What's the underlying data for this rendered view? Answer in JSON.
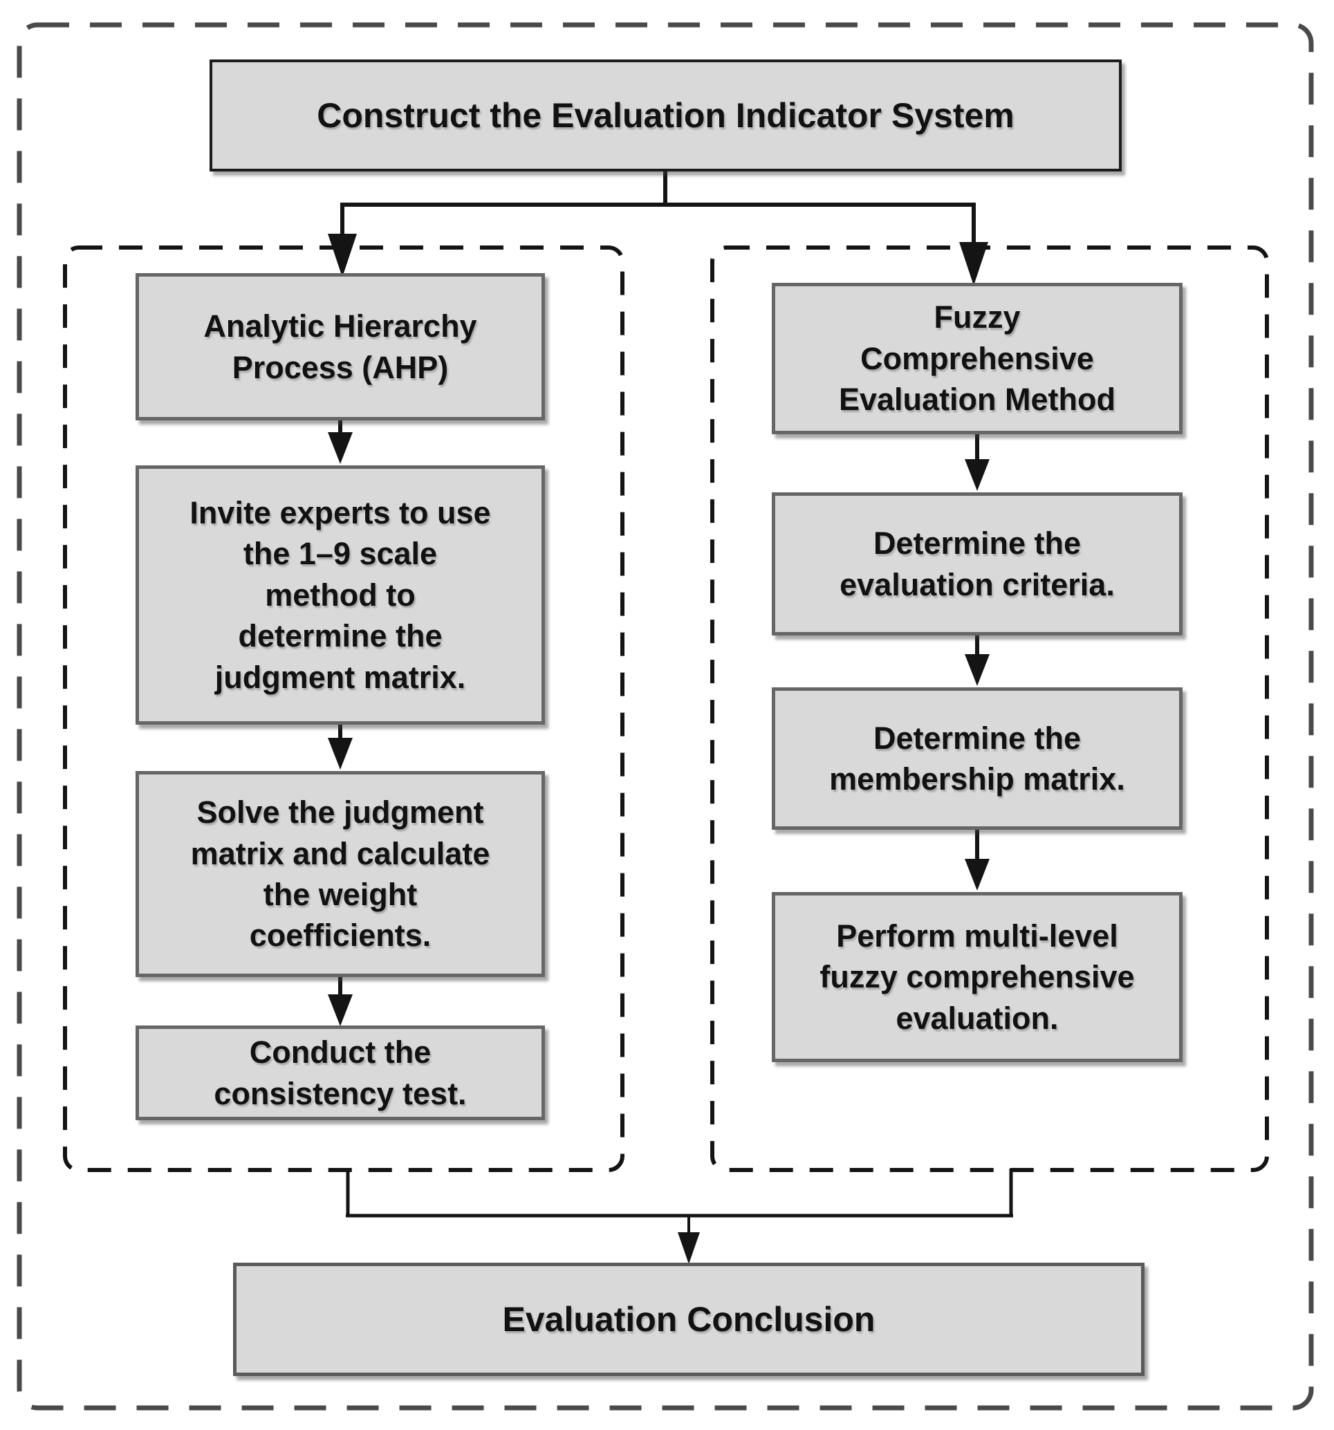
{
  "diagram": {
    "title_box": {
      "label": "Construct the Evaluation Indicator System"
    },
    "left_group": {
      "name": "Analytic Hierarchy Process branch",
      "boxes": [
        {
          "label": "Analytic Hierarchy\nProcess (AHP)"
        },
        {
          "label": "Invite experts to use\nthe 1–9 scale\nmethod to\ndetermine the\njudgment matrix."
        },
        {
          "label": "Solve the judgment\nmatrix and calculate\nthe weight\ncoefficients."
        },
        {
          "label": "Conduct the\nconsistency test."
        }
      ]
    },
    "right_group": {
      "name": "Fuzzy Comprehensive Evaluation branch",
      "boxes": [
        {
          "label": "Fuzzy\nComprehensive\nEvaluation Method"
        },
        {
          "label": "Determine the\nevaluation criteria."
        },
        {
          "label": "Determine the\nmembership matrix."
        },
        {
          "label": "Perform multi-level\nfuzzy comprehensive\nevaluation."
        }
      ]
    },
    "conclusion_box": {
      "label": "Evaluation Conclusion"
    },
    "colors": {
      "box_fill": "#d9d9d9",
      "box_border": "#666666",
      "title_box_border": "#1c1c1c",
      "conclusion_box_border": "#5a5a5a",
      "connector_line": "#141414",
      "container_dashed_border": "#141414",
      "outer_dashed_border": "#4a4a4a",
      "text": "#111111",
      "background": "#ffffff"
    }
  }
}
